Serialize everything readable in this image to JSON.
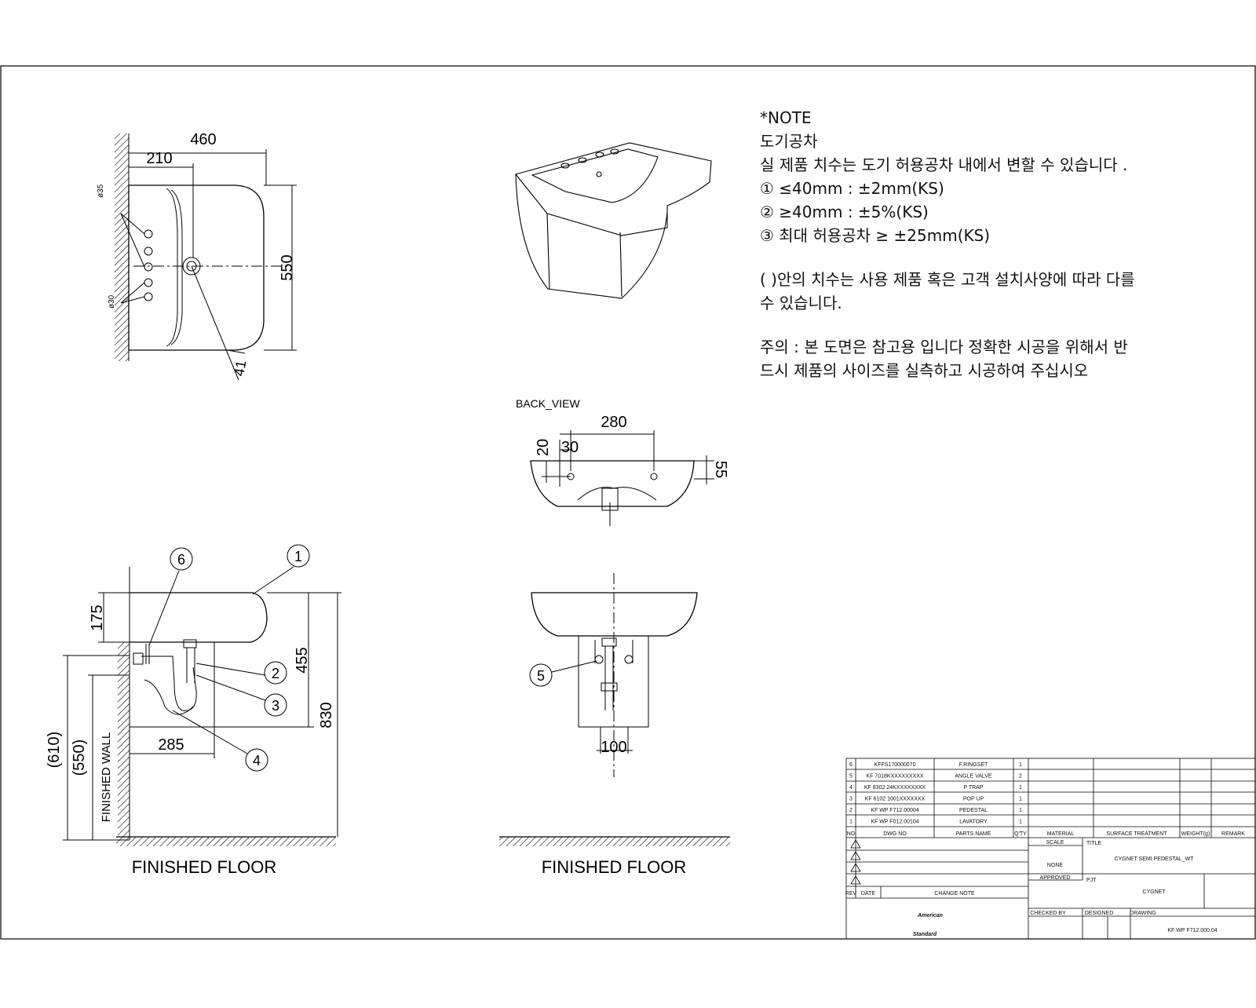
{
  "notes": {
    "title": "*NOTE",
    "subtitle": "도기공차",
    "line1": "실 제품 치수는 도기 허용공차 내에서 변할 수 있습니다 .",
    "tol1": "① ≤40mm : ±2mm(KS)",
    "tol2": "② ≥40mm : ±5%(KS)",
    "tol3": "③ 최대 허용공차 ≥ ±25mm(KS)",
    "para2_line1": "( )안의 치수는 사용 제품 혹은 고객 설치사양에 따라 다를",
    "para2_line2": "수 있습니다.",
    "para3_line1": "주의 : 본 도면은 참고용 입니다 정확한 시공을 위해서 반",
    "para3_line2": "드시 제품의 사이즈를 실측하고 시공하여 주십시오"
  },
  "top_view": {
    "dim_width": "460",
    "dim_center": "210",
    "dim_depth": "550",
    "dim_hole_large": "ø35",
    "dim_hole_small": "ø30",
    "dim_drain": "41"
  },
  "back_view": {
    "label": "BACK_VIEW",
    "dim_spacing": "280",
    "dim_offset": "30",
    "dim_top": "20",
    "dim_height": "55"
  },
  "side_view": {
    "dim_175": "175",
    "dim_455": "455",
    "dim_830": "830",
    "dim_285": "285",
    "dim_610": "(610)",
    "dim_550": "(550)",
    "wall_label": "FINISHED WALL",
    "floor_label": "FINISHED FLOOR",
    "balloons": [
      "1",
      "2",
      "3",
      "4",
      "6"
    ]
  },
  "front_view": {
    "dim_100": "100",
    "balloon": "5",
    "floor_label": "FINISHED FLOOR"
  },
  "title_block": {
    "parts": [
      {
        "no": "6",
        "dwg": "KFFS170000070",
        "name": "F.RINGSET",
        "qty": "1"
      },
      {
        "no": "5",
        "dwg": "KF 7018KXXXXXXXXX",
        "name": "ANGLE VALVE",
        "qty": "2"
      },
      {
        "no": "4",
        "dwg": "KF 8302 24KXXXXXXXX",
        "name": "P TRAP",
        "qty": "1"
      },
      {
        "no": "3",
        "dwg": "KF 6102 1001XXXXXXX",
        "name": "POP UP",
        "qty": "1"
      },
      {
        "no": "2",
        "dwg": "KF WP F712.00004",
        "name": "PEDESTAL",
        "qty": "1"
      },
      {
        "no": "1",
        "dwg": "KF WP F012.00104",
        "name": "LAVATORY",
        "qty": "1"
      }
    ],
    "header": {
      "no": "NO",
      "dwg": "DWG NO",
      "name": "PARTS NAME",
      "qty": "Q'TY",
      "material": "MATERIAL",
      "surface": "SURFACE TREATMENT",
      "weight": "WEIGHT(g)",
      "remark": "REMARK"
    },
    "rev": "REV",
    "date": "DATE",
    "change_note": "CHANGE NOTE",
    "scale_label": "SCALE",
    "scale_value": "NONE",
    "approved": "APPROVED",
    "checked_by": "CHECKED BY",
    "designed": "DESIGNED",
    "drawing": "DRAWING",
    "title_label": "TITLE",
    "pjt_label": "PJT",
    "title_value": "CYGNET SEMI PEDESTAL_WT",
    "project_value": "CYGNET",
    "drawing_no": "KF WP F712.000.04",
    "logo_line1": "American",
    "logo_line2": "Standard"
  }
}
